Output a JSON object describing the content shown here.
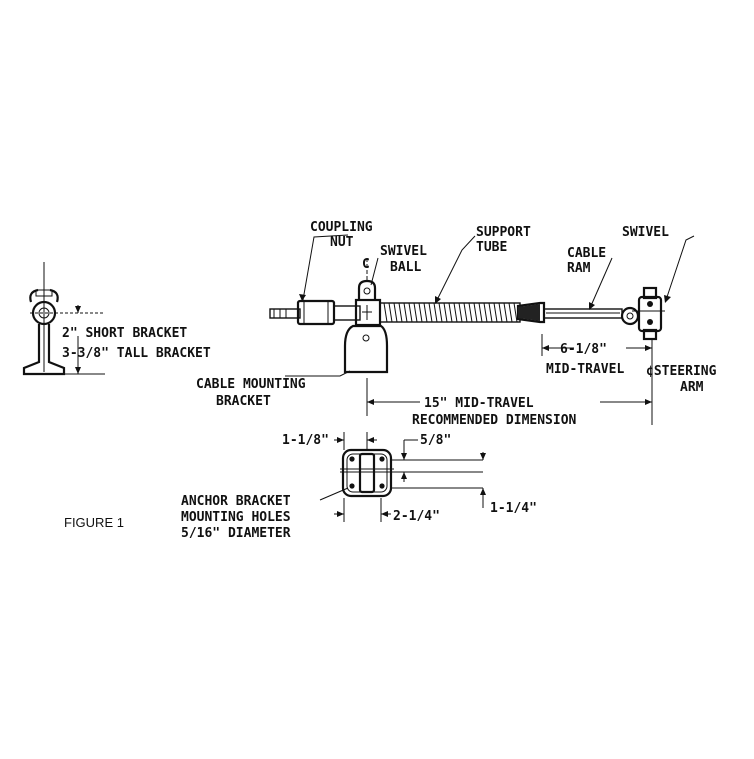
{
  "figure_label": "FIGURE 1",
  "labels": {
    "coupling_nut_1": "COUPLING",
    "coupling_nut_2": "NUT",
    "swivel_ball_1": "SWIVEL",
    "swivel_ball_2": "BALL",
    "support_tube_1": "SUPPORT",
    "support_tube_2": "TUBE",
    "cable_ram_1": "CABLE",
    "cable_ram_2": "RAM",
    "swivel": "SWIVEL",
    "centerline_mark": "C",
    "short_bracket": "2\" SHORT BRACKET",
    "tall_bracket": "3-3/8\" TALL BRACKET",
    "cable_mount_1": "CABLE MOUNTING",
    "cable_mount_2": "BRACKET",
    "mid_travel_dim": "6-1/8\"",
    "mid_travel": "MID-TRAVEL",
    "steering_1": "¢STEERING",
    "steering_2": "ARM",
    "recommended_1": "15\" MID-TRAVEL",
    "recommended_2": "RECOMMENDED DIMENSION",
    "dim_1_1_8": "1-1/8\"",
    "dim_5_8": "5/8\"",
    "dim_1_1_4": "1-1/4\"",
    "dim_2_1_4": "2-1/4\"",
    "anchor_1": "ANCHOR BRACKET",
    "anchor_2": "MOUNTING HOLES",
    "anchor_3": "5/16\" DIAMETER"
  }
}
